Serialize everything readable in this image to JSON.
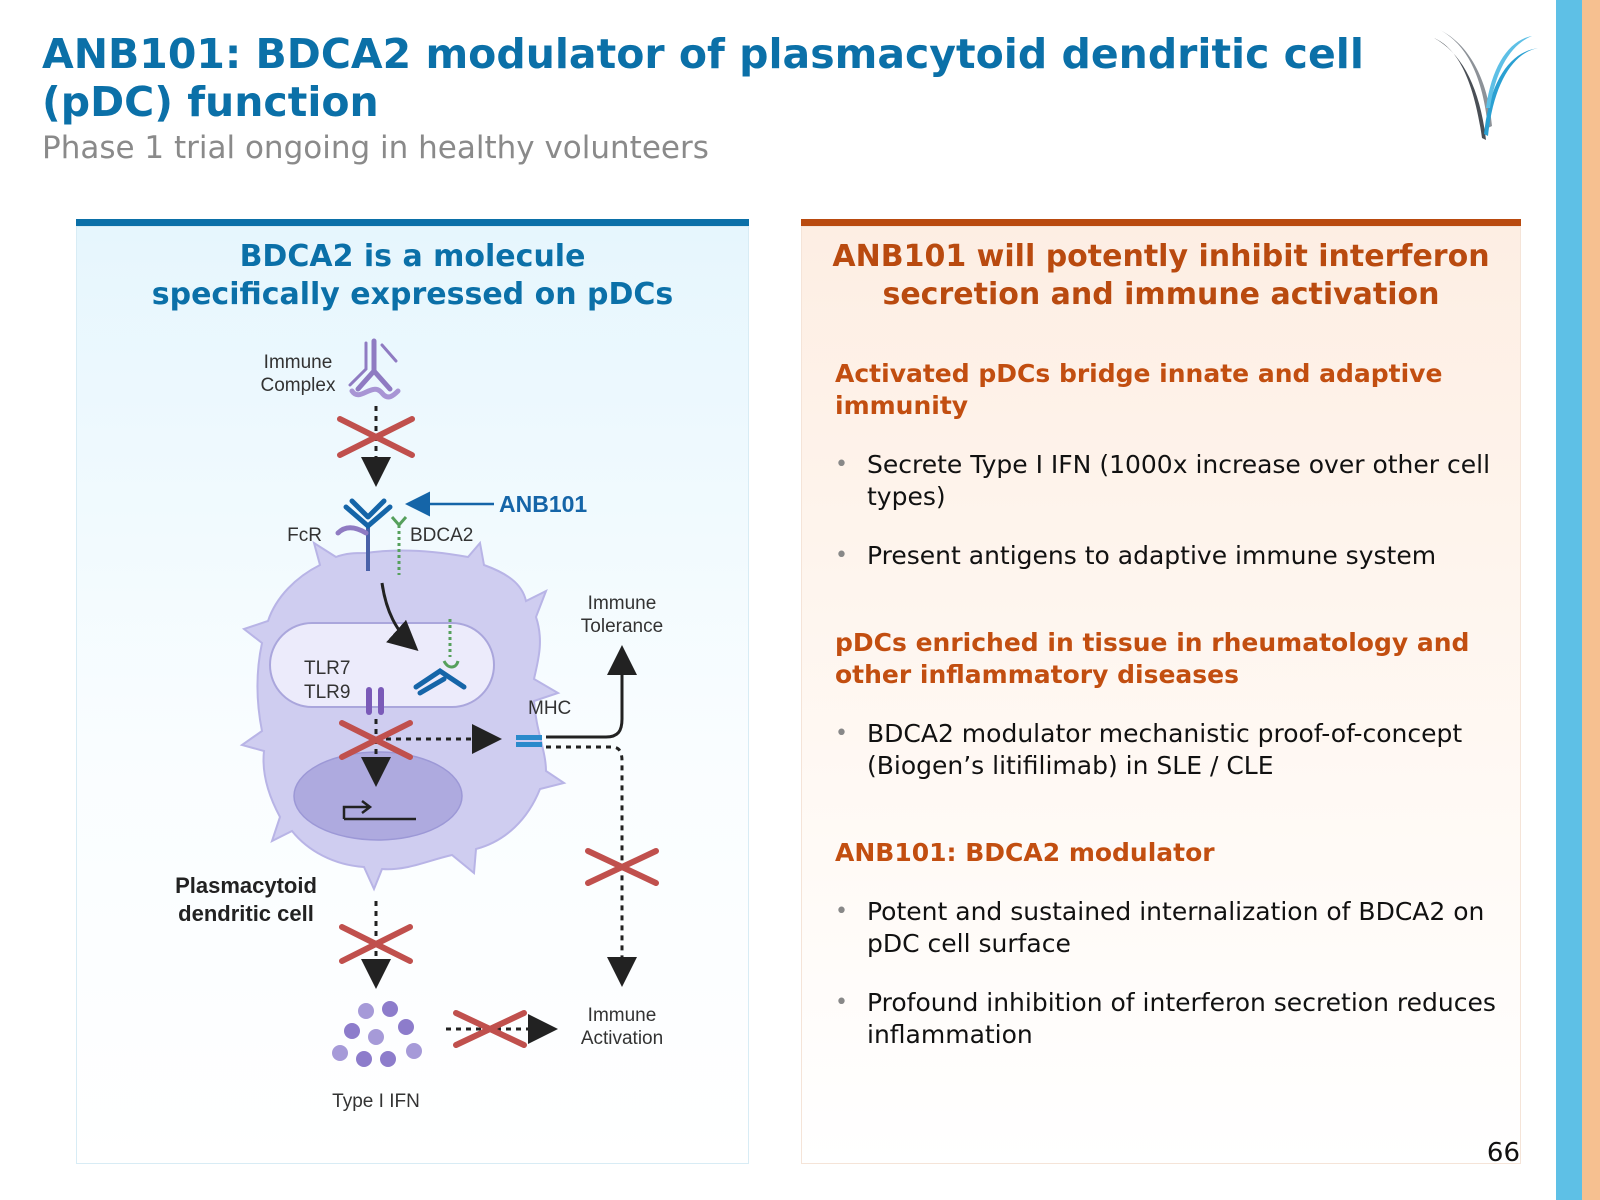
{
  "header": {
    "title": "ANB101: BDCA2 modulator of plasmacytoid dendritic cell (pDC) function",
    "subtitle": "Phase 1 trial ongoing in healthy volunteers"
  },
  "left_panel": {
    "heading_line1": "BDCA2 is a molecule",
    "heading_line2": "specifically expressed on pDCs",
    "diagram": {
      "immune_complex_l1": "Immune",
      "immune_complex_l2": "Complex",
      "anb101": "ANB101",
      "fcr": "FcR",
      "bdca2": "BDCA2",
      "tlr7": "TLR7",
      "tlr9": "TLR9",
      "mhc": "MHC",
      "tolerance_l1": "Immune",
      "tolerance_l2": "Tolerance",
      "cell_l1": "Plasmacytoid",
      "cell_l2": "dendritic cell",
      "activation_l1": "Immune",
      "activation_l2": "Activation",
      "ifn": "Type I IFN"
    }
  },
  "right_panel": {
    "heading_line1": "ANB101 will potently inhibit interferon",
    "heading_line2": "secretion and immune activation",
    "sections": [
      {
        "title": "Activated pDCs bridge innate and adaptive immunity",
        "bullets": [
          "Secrete Type I IFN (1000x increase over other cell types)",
          "Present antigens to adaptive immune system"
        ]
      },
      {
        "title": "pDCs enriched in tissue in rheumatology and other inflammatory diseases",
        "bullets": [
          "BDCA2 modulator mechanistic proof-of-concept (Biogen’s litifilimab) in SLE / CLE"
        ]
      },
      {
        "title": "ANB101: BDCA2 modulator",
        "bullets": [
          "Potent and sustained internalization of BDCA2 on pDC cell surface",
          "Profound inhibition of interferon secretion reduces inflammation"
        ]
      }
    ]
  },
  "page_number": "66",
  "colors": {
    "title_blue": "#0b70a8",
    "accent_orange": "#b94a0f",
    "cell_lavender": "#cfcdf0",
    "x_mark_red": "#c0504d"
  }
}
